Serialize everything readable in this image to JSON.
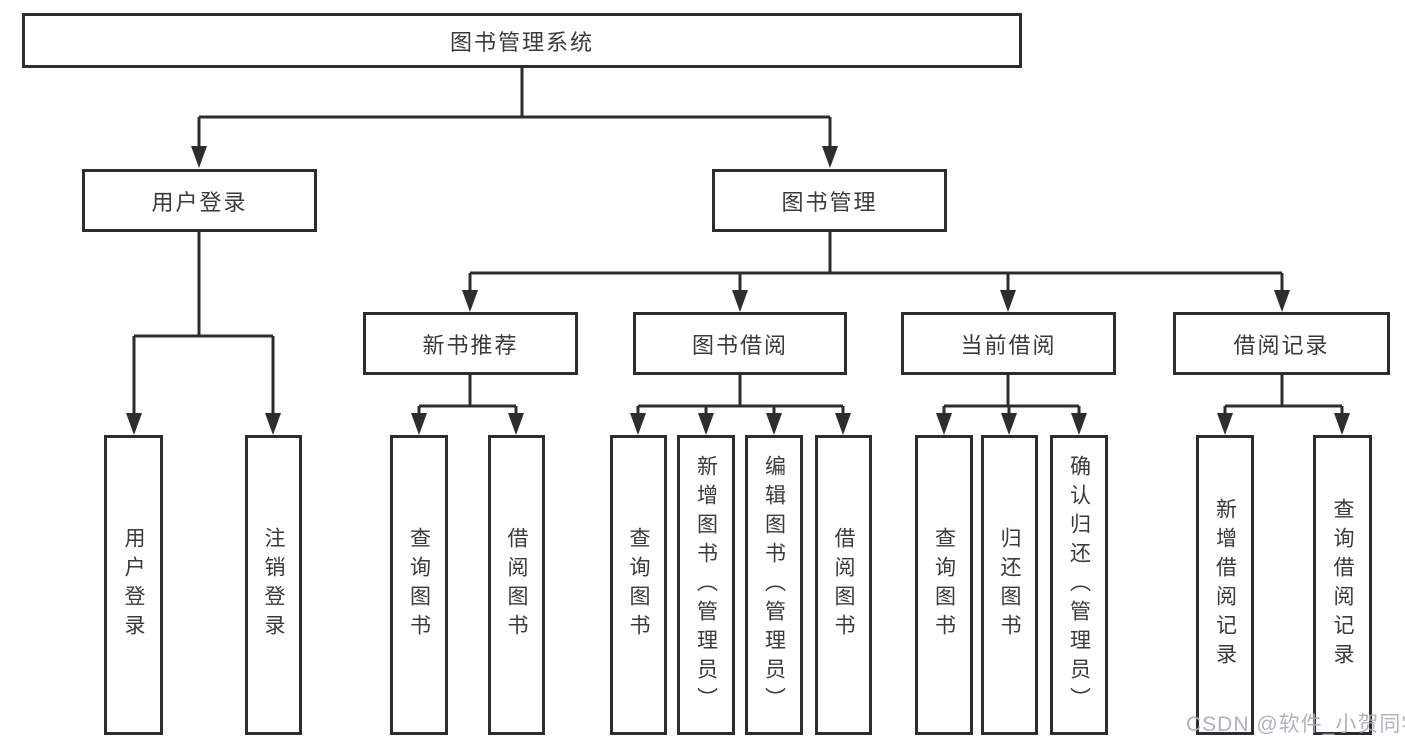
{
  "diagram_type": "hierarchy-tree",
  "nodes": {
    "root": "图书管理系统",
    "l2": [
      "用户登录",
      "图书管理"
    ],
    "l3": [
      "新书推荐",
      "图书借阅",
      "当前借阅",
      "借阅记录"
    ],
    "leaves_user": [
      "用户登录",
      "注销登录"
    ],
    "leaves_new": [
      "查询图书",
      "借阅图书"
    ],
    "leaves_borrow": [
      "查询图书",
      "新增图书（管理员）",
      "编辑图书（管理员）",
      "借阅图书"
    ],
    "leaves_current": [
      "查询图书",
      "归还图书",
      "确认归还（管理员）"
    ],
    "leaves_records": [
      "新增借阅记录",
      "查询借阅记录"
    ]
  },
  "watermark": "CSDN @软件_小贺同学",
  "colors": {
    "line": "#2d2d2d",
    "box_border": "#2d2d2d",
    "box_fill": "#ffffff",
    "text": "#3a3a3a",
    "watermark": "#a9aeb5",
    "background": "#ffffff"
  }
}
